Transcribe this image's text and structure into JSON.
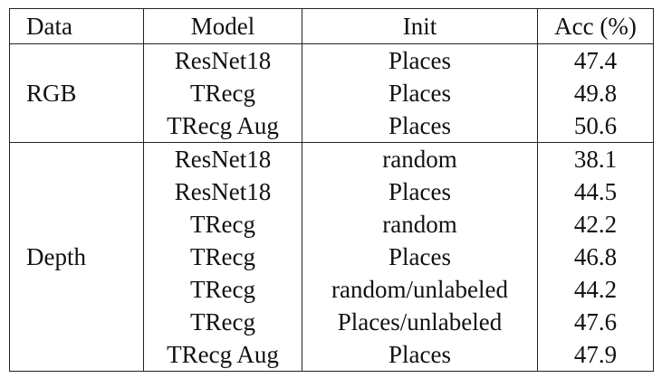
{
  "table": {
    "headers": [
      "Data",
      "Model",
      "Init",
      "Acc (%)"
    ],
    "groups": [
      {
        "data": "RGB",
        "rows": [
          {
            "model": "ResNet18",
            "init": "Places",
            "acc": "47.4"
          },
          {
            "model": "TRecg",
            "init": "Places",
            "acc": "49.8"
          },
          {
            "model": "TRecg Aug",
            "init": "Places",
            "acc": "50.6"
          }
        ]
      },
      {
        "data": "Depth",
        "rows": [
          {
            "model": "ResNet18",
            "init": "random",
            "acc": "38.1"
          },
          {
            "model": "ResNet18",
            "init": "Places",
            "acc": "44.5"
          },
          {
            "model": "TRecg",
            "init": "random",
            "acc": "42.2"
          },
          {
            "model": "TRecg",
            "init": "Places",
            "acc": "46.8"
          },
          {
            "model": "TRecg",
            "init": "random/unlabeled",
            "acc": "44.2"
          },
          {
            "model": "TRecg",
            "init": "Places/unlabeled",
            "acc": "47.6"
          },
          {
            "model": "TRecg Aug",
            "init": "Places",
            "acc": "47.9"
          }
        ]
      }
    ]
  }
}
